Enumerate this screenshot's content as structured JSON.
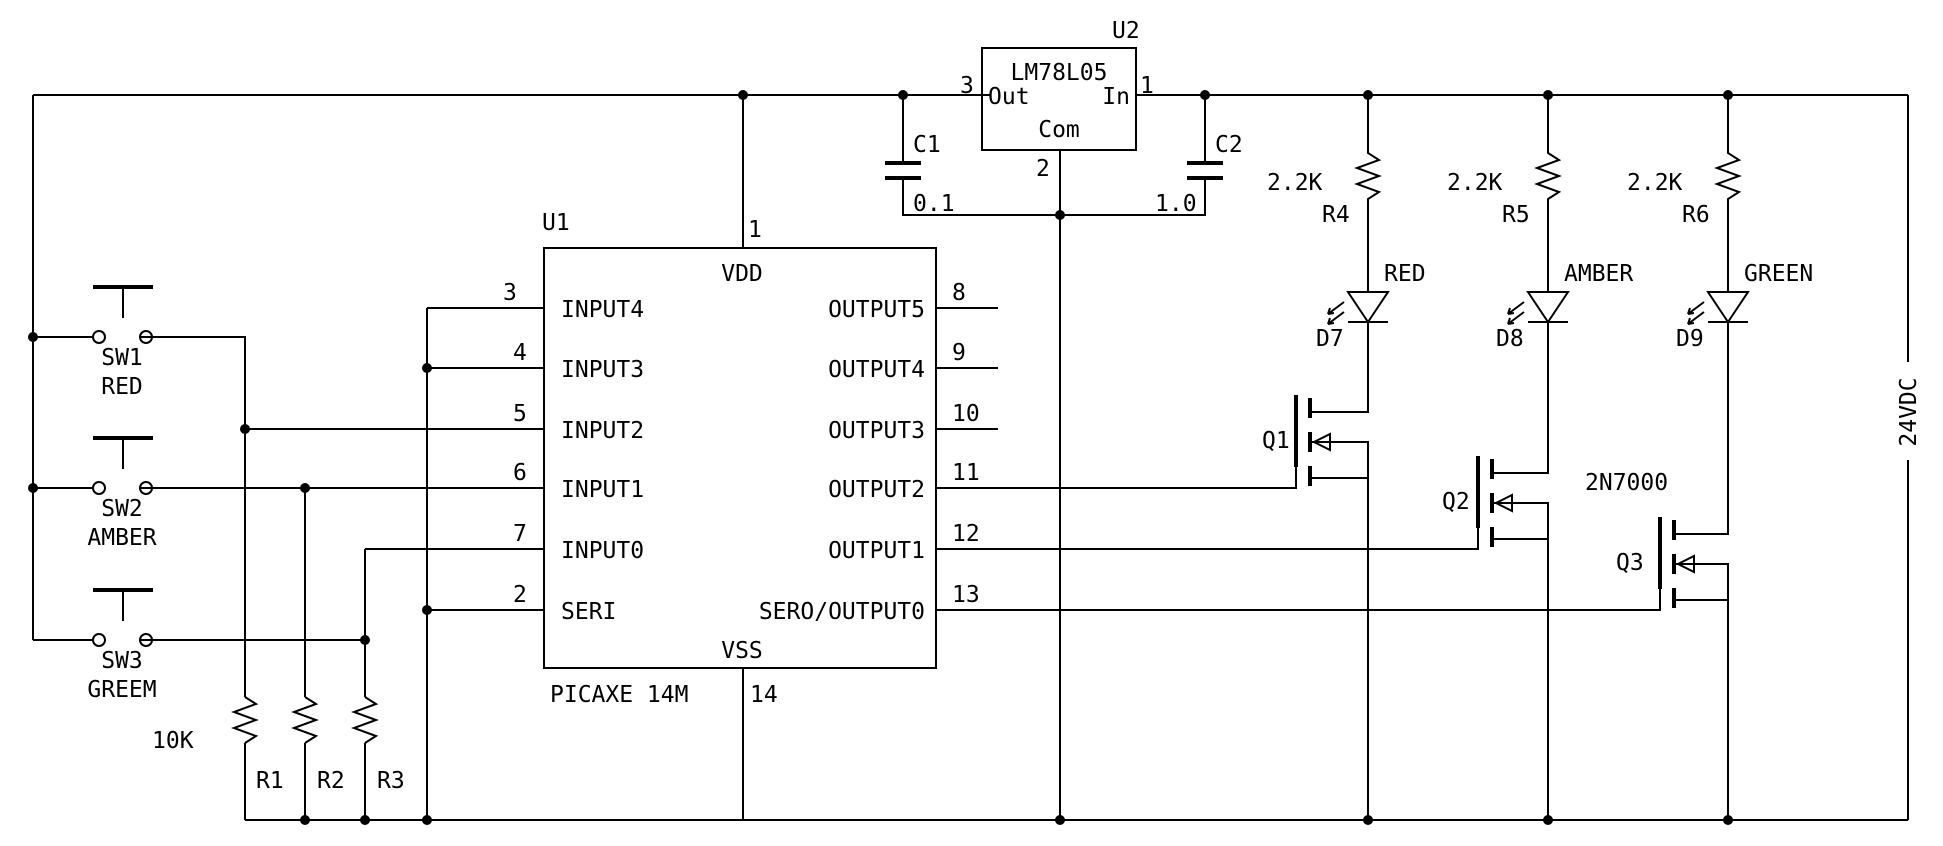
{
  "diagram": {
    "ink_color": "#000000",
    "background": "#ffffff",
    "regulator": {
      "ref": "U2",
      "part": "LM78L05",
      "pin_out_name": "Out",
      "pin_in_name": "In",
      "pin_com_name": "Com",
      "pin_out_num": "3",
      "pin_in_num": "1",
      "pin_com_num": "2"
    },
    "capacitors": [
      {
        "ref": "C1",
        "value": "0.1"
      },
      {
        "ref": "C2",
        "value": "1.0"
      }
    ],
    "mcu": {
      "ref": "U1",
      "part": "PICAXE 14M",
      "vdd_label": "VDD",
      "vdd_pin": "1",
      "vss_label": "VSS",
      "vss_pin": "14",
      "left_pins": [
        {
          "name": "INPUT4",
          "num": "3"
        },
        {
          "name": "INPUT3",
          "num": "4"
        },
        {
          "name": "INPUT2",
          "num": "5"
        },
        {
          "name": "INPUT1",
          "num": "6"
        },
        {
          "name": "INPUT0",
          "num": "7"
        },
        {
          "name": "SERI",
          "num": "2"
        }
      ],
      "right_pins": [
        {
          "name": "OUTPUT5",
          "num": "8"
        },
        {
          "name": "OUTPUT4",
          "num": "9"
        },
        {
          "name": "OUTPUT3",
          "num": "10"
        },
        {
          "name": "OUTPUT2",
          "num": "11"
        },
        {
          "name": "OUTPUT1",
          "num": "12"
        },
        {
          "name": "SERO/OUTPUT0",
          "num": "13"
        }
      ]
    },
    "switches": [
      {
        "ref": "SW1",
        "label": "RED"
      },
      {
        "ref": "SW2",
        "label": "AMBER"
      },
      {
        "ref": "SW3",
        "label": "GREEM"
      }
    ],
    "pulldowns": {
      "value": "10K",
      "refs": [
        "R1",
        "R2",
        "R3"
      ]
    },
    "led_resistors": [
      {
        "ref": "R4",
        "value": "2.2K"
      },
      {
        "ref": "R5",
        "value": "2.2K"
      },
      {
        "ref": "R6",
        "value": "2.2K"
      }
    ],
    "leds": [
      {
        "ref": "D7",
        "color": "RED"
      },
      {
        "ref": "D8",
        "color": "AMBER"
      },
      {
        "ref": "D9",
        "color": "GREEN"
      }
    ],
    "mosfets": {
      "refs": [
        "Q1",
        "Q2",
        "Q3"
      ],
      "part": "2N7000"
    },
    "supply_label": "24VDC"
  }
}
